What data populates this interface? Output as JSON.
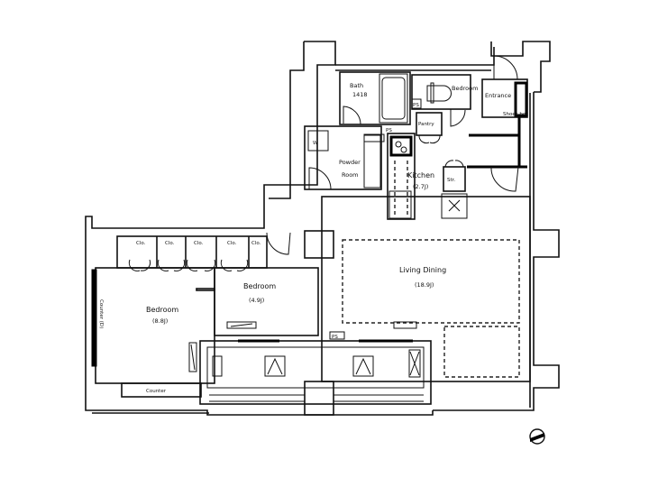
{
  "floor_plan": {
    "rooms": [
      {
        "id": "living-dining",
        "name": "Living Dining",
        "size": "(18.9J)"
      },
      {
        "id": "bedroom-main",
        "name": "Bedroom",
        "size": "(8.8J)"
      },
      {
        "id": "bedroom-second",
        "name": "Bedroom",
        "size": "(4.9J)"
      },
      {
        "id": "kitchen",
        "name": "Kitchen",
        "size": "(2.7J)"
      },
      {
        "id": "bath",
        "name": "Bath",
        "size": "1418"
      },
      {
        "id": "toilet",
        "name": "Toilet"
      },
      {
        "id": "entrance",
        "name": "Entrance"
      },
      {
        "id": "powder-room",
        "name": "Powder",
        "name2": "Room"
      },
      {
        "id": "pantry",
        "name": "Pantry"
      },
      {
        "id": "storage",
        "name": "Str."
      },
      {
        "id": "shoes-box",
        "name": "Shoes box"
      }
    ],
    "closets": [
      "Clo.",
      "Clo.",
      "Clo.",
      "Clo.",
      "Clo."
    ],
    "counters": {
      "side": "Counter (D)",
      "bottom": "Counter"
    },
    "ps_labels": [
      "PS",
      "PS",
      "PS"
    ],
    "washer_label": "W",
    "compass_icon": "north-arrow-icon"
  }
}
